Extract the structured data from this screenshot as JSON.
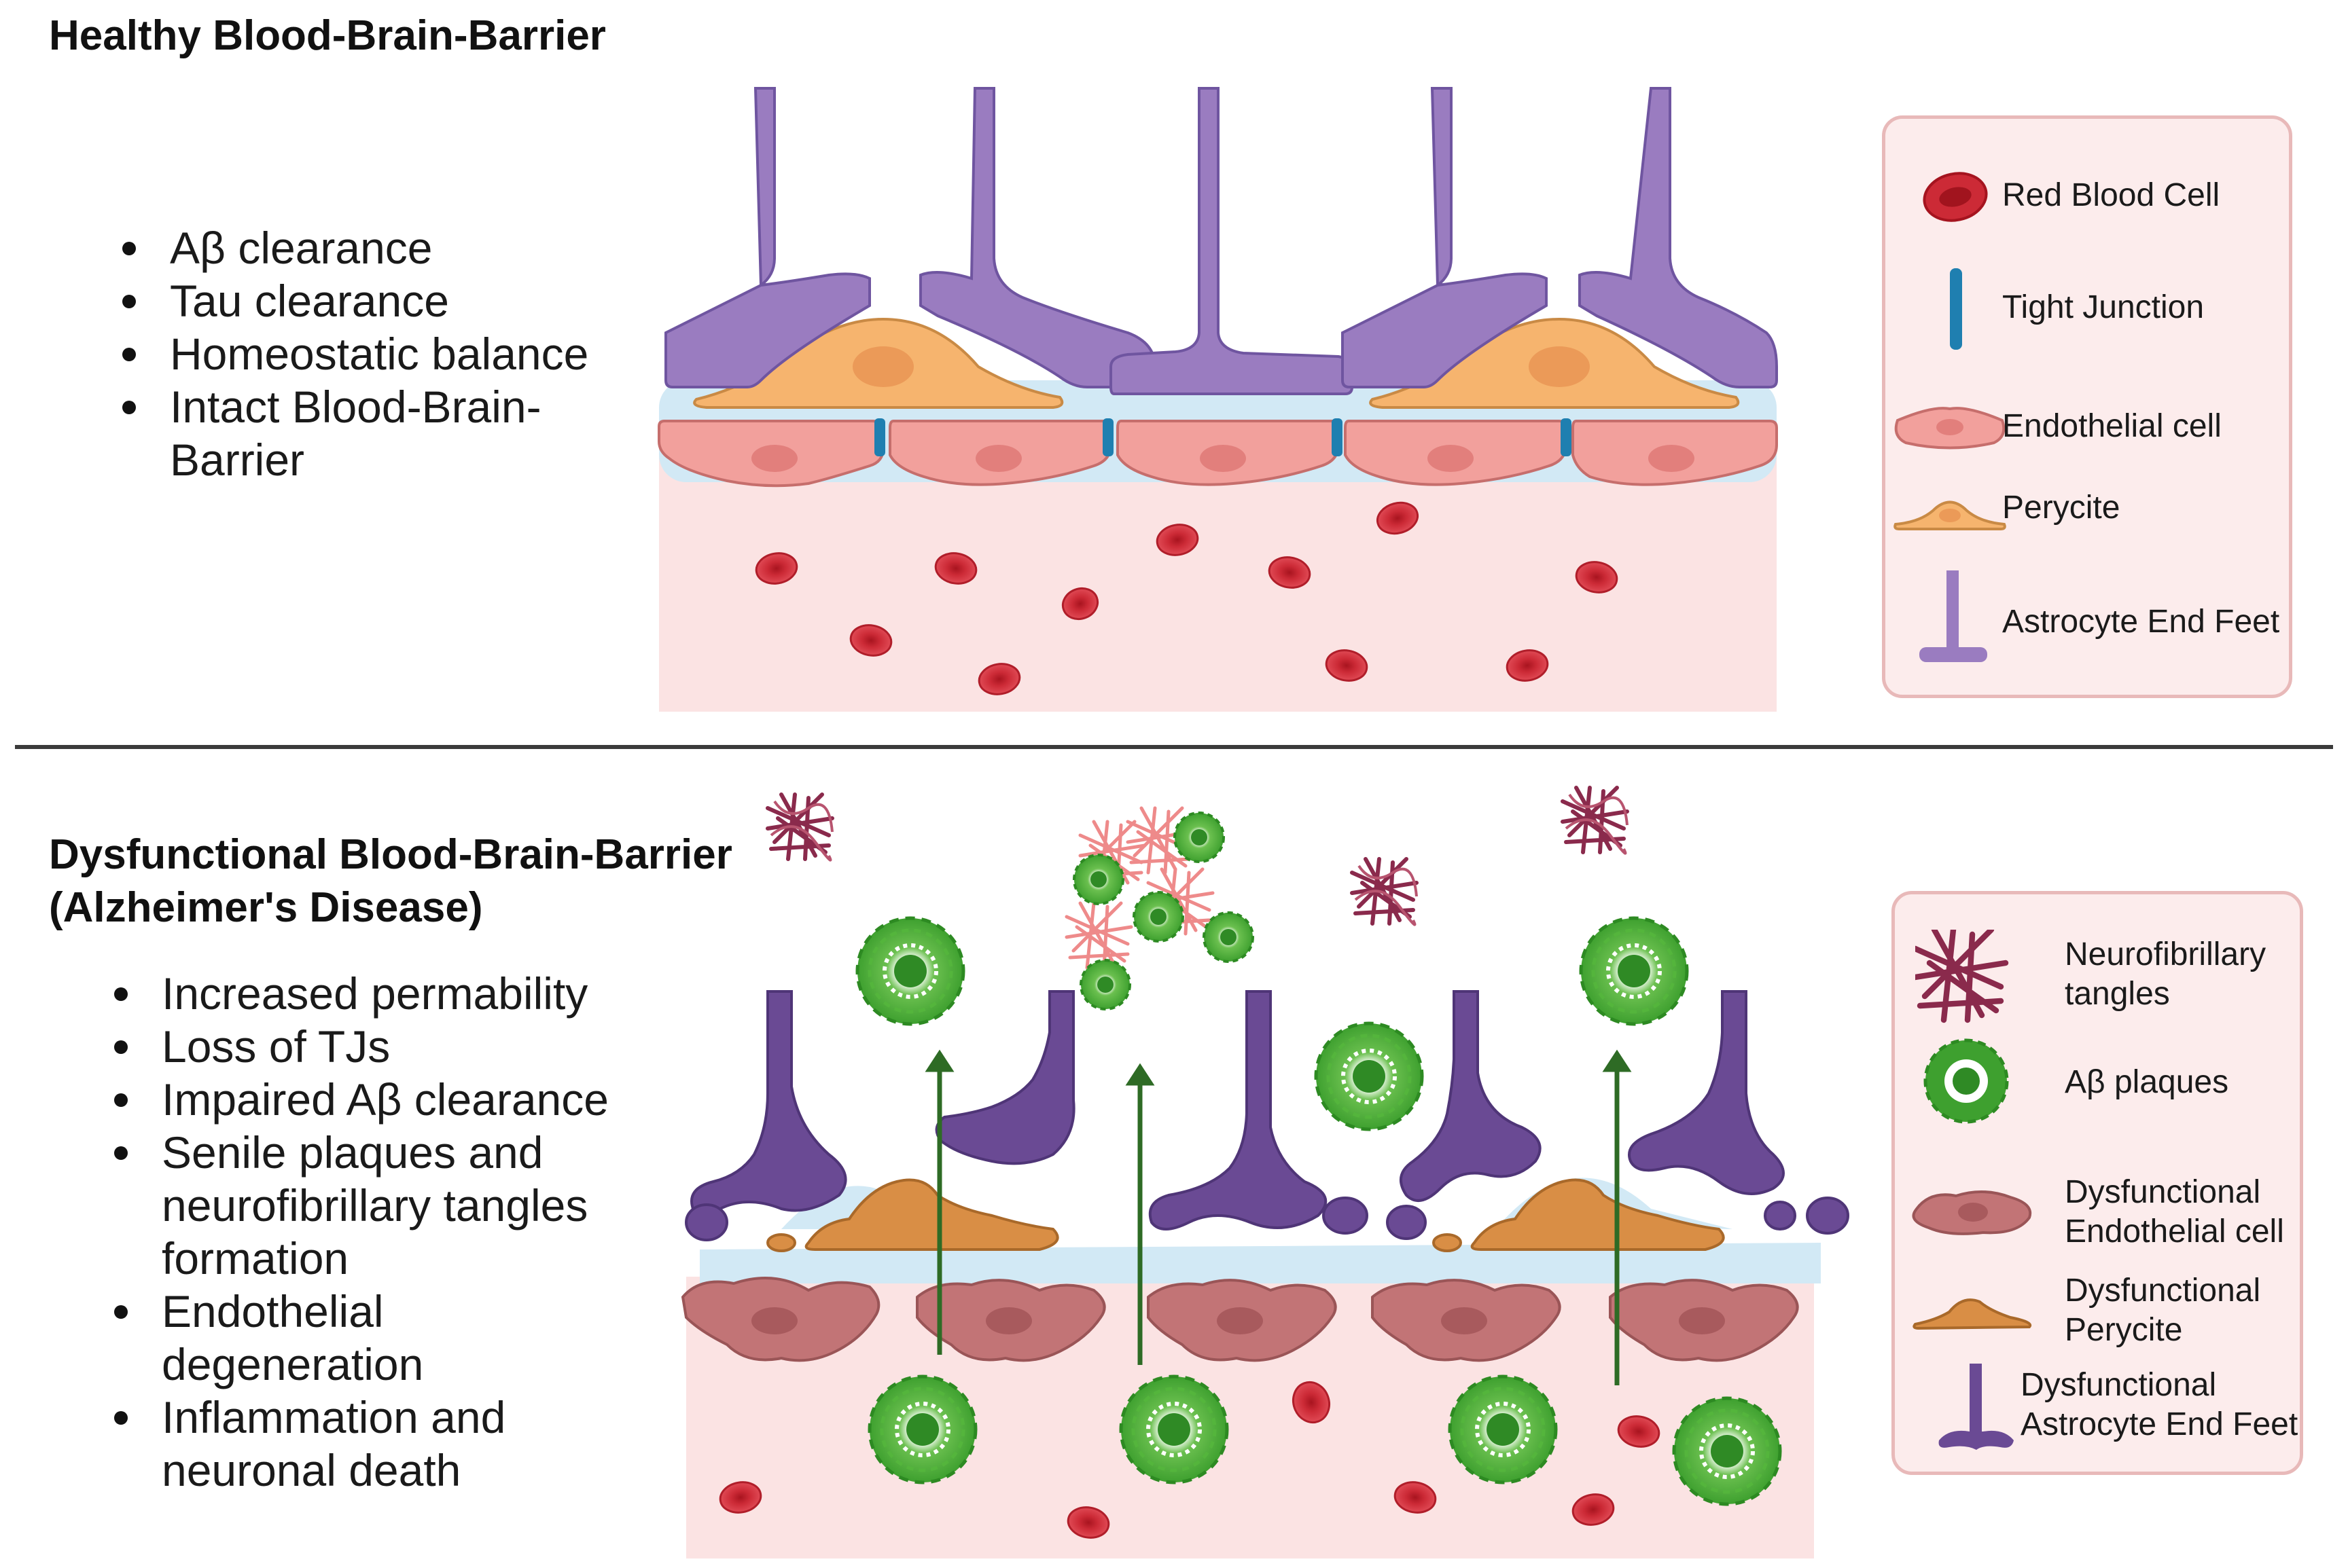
{
  "healthy": {
    "title": "Healthy Blood-Brain-Barrier",
    "bullets": [
      "Aβ clearance",
      "Tau clearance",
      "Homeostatic balance",
      "Intact Blood-Brain-Barrier"
    ],
    "legend": [
      {
        "icon": "red-blood-cell-icon",
        "label": "Red Blood Cell"
      },
      {
        "icon": "tight-junction-icon",
        "label": "Tight Junction"
      },
      {
        "icon": "endothelial-cell-icon",
        "label": "Endothelial cell"
      },
      {
        "icon": "pericyte-icon",
        "label": "Perycite"
      },
      {
        "icon": "astrocyte-end-feet-icon",
        "label": "Astrocyte End Feet"
      }
    ]
  },
  "dysfunctional": {
    "title_line1": "Dysfunctional Blood-Brain-Barrier",
    "title_line2": "(Alzheimer's Disease)",
    "bullets": [
      "Increased permability",
      "Loss of TJs",
      "Impaired Aβ clearance",
      "Senile plaques and neurofibrillary tangles formation",
      "Endothelial degeneration",
      "Inflammation and neuronal death"
    ],
    "legend": [
      {
        "icon": "neurofibrillary-tangles-icon",
        "label": "Neurofibrillary tangles"
      },
      {
        "icon": "amyloid-beta-plaque-icon",
        "label": "Aβ plaques"
      },
      {
        "icon": "dysfunctional-endothelial-cell-icon",
        "label": "Dysfunctional Endothelial cell"
      },
      {
        "icon": "dysfunctional-pericyte-icon",
        "label": "Dysfunctional Perycite"
      },
      {
        "icon": "dysfunctional-astrocyte-end-feet-icon",
        "label": "Dysfunctional Astrocyte End Feet"
      }
    ]
  },
  "colors": {
    "astrocyte": "#9a7cc0",
    "astrocyte_dark": "#6a4a94",
    "astrocyte_outline": "#5a3e86",
    "pericyte": "#f6b46e",
    "pericyte_dys": "#d98e45",
    "endothelial": "#f2a09c",
    "endothelial_dys": "#c27476",
    "tight_junction": "#1f7fb0",
    "rbc": "#cc2a36",
    "vessel": "#fbe3e3",
    "basement": "#d2e9f5",
    "plaque": "#3ea02f",
    "tangle": "#8a2a4c",
    "arrow": "#2e6b25"
  }
}
